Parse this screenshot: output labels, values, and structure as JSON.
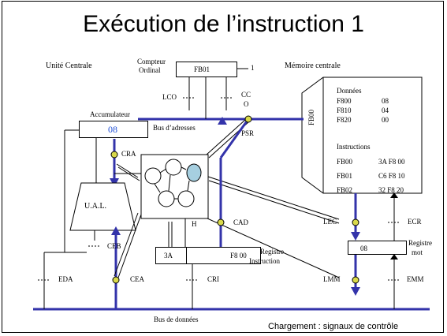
{
  "title": "Exécution de l’instruction 1",
  "cpu_label": "Unité Centrale",
  "memory_label": "Mémoire centrale",
  "program_counter": {
    "label_line1": "Compteur",
    "label_line2": "Ordinal",
    "value": "FB01",
    "increment": "1"
  },
  "accumulator": {
    "label": "Accumulateur",
    "value": "08"
  },
  "alu_label": "U.A.L.",
  "address_bus_label": "Bus d’adresses",
  "data_bus_label": "Bus de données",
  "instruction_register": {
    "opcode": "3A",
    "operand": "F8 00",
    "label_line1": "Registre",
    "label_line2": "Instruction"
  },
  "word_register": {
    "value": "08",
    "label_line1": "Registre",
    "label_line2": "mot"
  },
  "clock_label": "H",
  "memory": {
    "side_label": "FB00",
    "data_header": "Données",
    "data_rows": [
      {
        "addr": "F800",
        "val": "08"
      },
      {
        "addr": "F810",
        "val": "04"
      },
      {
        "addr": "F820",
        "val": "00"
      }
    ],
    "instr_header": "Instructions",
    "instr_rows": [
      {
        "addr": "FB00",
        "val": "3A F8 00"
      },
      {
        "addr": "FB01",
        "val": "C6 F8 10"
      },
      {
        "addr": "FB02",
        "val": "32 F8 20"
      }
    ]
  },
  "signals": {
    "lco": "LCO",
    "cco_line1": "CC",
    "cco_line2": "O",
    "psr": "PSR",
    "cra": "CRA",
    "cad": "CAD",
    "lec": "LEC",
    "ecr": "ECR",
    "ceb": "CEB",
    "eda": "EDA",
    "cea": "CEA",
    "cri": "CRI",
    "lmm": "LMM",
    "emm": "EMM"
  },
  "footer": "Chargement : signaux de contrôle",
  "colors": {
    "bus": "#3333aa",
    "value": "#1f4fd6",
    "node": "#a6cfe0",
    "switch": "#d9d94a"
  }
}
